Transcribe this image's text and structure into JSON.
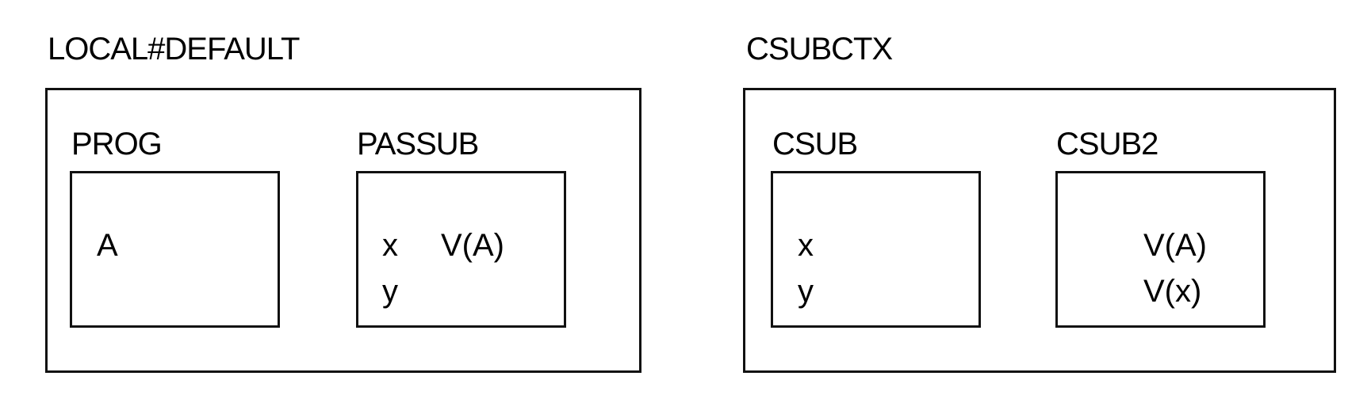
{
  "diagram": {
    "contexts": [
      {
        "name": "LOCAL#DEFAULT",
        "programs": [
          {
            "name": "PROG",
            "left_column": [
              "A"
            ],
            "right_column": []
          },
          {
            "name": "PASSUB",
            "left_column": [
              "x",
              "y"
            ],
            "right_column": [
              "V(A)"
            ]
          }
        ]
      },
      {
        "name": "CSUBCTX",
        "programs": [
          {
            "name": "CSUB",
            "left_column": [
              "x",
              "y"
            ],
            "right_column": []
          },
          {
            "name": "CSUB2",
            "left_column": [],
            "right_column": [
              "V(A)",
              "V(x)"
            ]
          }
        ]
      }
    ]
  }
}
